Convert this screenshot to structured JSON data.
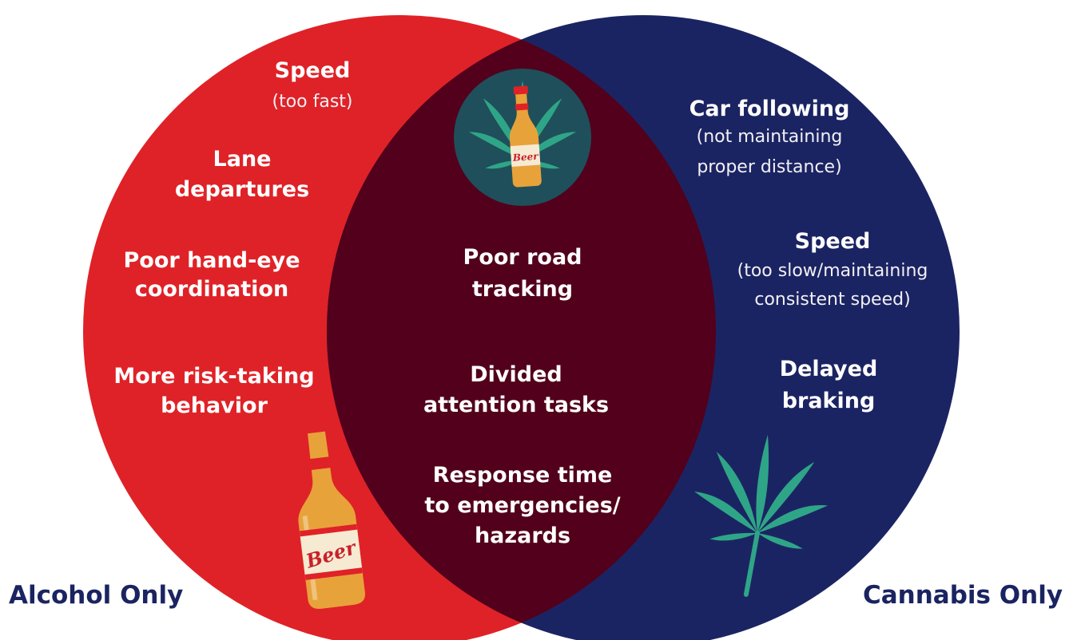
{
  "colors": {
    "alcohol": "#df2227",
    "cannabis": "#1b2462",
    "overlap": "#52001b",
    "caption": "#1a2461",
    "badge": "#1f4f5b",
    "leaf": "#2fa587",
    "beer_amber": "#e8a23a",
    "beer_label": "#f6ead2"
  },
  "alcohol": {
    "caption": "Alcohol Only",
    "speed_title": "Speed",
    "speed_note": "(too fast)",
    "lane_line1": "Lane",
    "lane_line2": "departures",
    "coord_line1": "Poor hand-eye",
    "coord_line2": "coordination",
    "risk_line1": "More risk-taking",
    "risk_line2": "behavior",
    "icon": "beer-bottle-icon"
  },
  "cannabis": {
    "caption": "Cannabis Only",
    "follow_title": "Car following",
    "follow_note1": "(not maintaining",
    "follow_note2": "proper distance)",
    "speed_title": "Speed",
    "speed_note1": "(too slow/maintaining",
    "speed_note2": "consistent speed)",
    "braking_line1": "Delayed",
    "braking_line2": "braking",
    "icon": "cannabis-leaf-icon"
  },
  "both": {
    "road_line1": "Poor road",
    "road_line2": "tracking",
    "divided_line1": "Divided",
    "divided_line2": "attention tasks",
    "response_line1": "Response time",
    "response_line2": "to emergencies/",
    "response_line3": "hazards",
    "icon": "beer-and-leaf-badge-icon",
    "beer_label_text": "Beer"
  }
}
